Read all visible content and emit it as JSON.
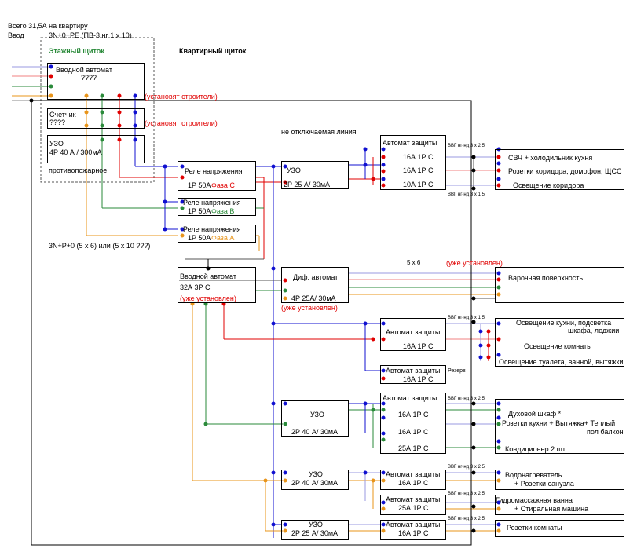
{
  "header": {
    "total": "Всего 31,5А на квартиру",
    "input": "Ввод",
    "cable": "3N+0+PE (ПВ-3 нг 1 х 10)"
  },
  "floor_panel": {
    "title": "Этажный щиток",
    "main_breaker": "Вводной автомат",
    "main_breaker_value": "????",
    "builders_note_1": "(установят строители)",
    "meter": "Счетчик",
    "meter_value": "????",
    "builders_note_2": "(установят строители)",
    "rcd": "УЗО",
    "rcd_value": "4P 40 А / 300мА",
    "fire": "противопожарное"
  },
  "apartment_panel": {
    "title": "Квартирный щиток"
  },
  "non_disconnect": "не отключаемая линия",
  "relays": [
    {
      "name": "Реле напряжения",
      "rating": "1P 50A",
      "phase": "Фаза С"
    },
    {
      "name": "Реле напряжения",
      "rating": "1P 50A",
      "phase": "Фаза В"
    },
    {
      "name": "Реле напряжения",
      "rating": "1P 50A",
      "phase": "Фаза А"
    }
  ],
  "alt_cable": "3N+P+0 (5 x 6) или (5 x 10 ???)",
  "main_apartment_breaker": {
    "name": "Вводной автомат",
    "rating": "32А 3Р С",
    "note": "(уже установлен)"
  },
  "rcd_top": {
    "name": "УЗО",
    "rating": "2P 25 А/ 30мА"
  },
  "top_group": {
    "title": "Автомат защиты",
    "breakers": [
      "16А 1Р С",
      "16А 1Р С",
      "10А 1Р С"
    ],
    "cable1": "ВВГ нг-нд 3 х 2,5",
    "cable2": "ВВГ нг-нд 3 х 1,5",
    "loads": [
      "СВЧ + холодильник кухня",
      "Розетки коридора, домофон, ЩСС",
      "Освещение коридора"
    ]
  },
  "diff_breaker": {
    "name": "Диф. автомат",
    "rating": "4P  25А/ 30мА",
    "note": "(уже установлен)"
  },
  "cooktop": {
    "cable": "5 х 6",
    "note": "(уже установлен)",
    "load": "Варочная поверхность"
  },
  "light_group": {
    "title": "Автомат защиты",
    "breaker": "16А 1Р С",
    "cable": "ВВГ нг-нд 3 х 1,5",
    "loads": [
      "Освещение кухни, подсветка",
      "шкафа, лоджии",
      "Освещение комнаты",
      "Освещение туалета, ванной, вытяжки"
    ]
  },
  "reserve": {
    "title": "Автомат защиты",
    "breaker": "16А 1Р С",
    "label": "Резерв"
  },
  "kitchen_group": {
    "rcd": "УЗО",
    "rcd_rating": "2P 40 А/ 30мА",
    "title": "Автомат защиты",
    "breakers": [
      "16А 1Р С",
      "16А 1Р С",
      "25А 1Р С"
    ],
    "cable": "ВВГ нг-нд 3 х 2,5",
    "loads": [
      "Духовой шкаф *",
      "Розетки кухни + Вытяжка+ Теплый",
      "пол балкон",
      "Кондиционер 2 шт"
    ]
  },
  "bath_group": {
    "rcd": "УЗО",
    "rcd_rating": "2P 40 А/ 30мА",
    "title": "Автомат защиты",
    "breakers": [
      "16А 1Р С",
      "25А 1Р С"
    ],
    "cable": "ВВГ нг-нд 3 х 2,5",
    "loads": [
      "Водонагреватель",
      "+ Розетки санузла",
      "Гидромассажная ванна",
      "+ Стиральная машина"
    ]
  },
  "room_group": {
    "rcd": "УЗО",
    "rcd_rating": "2P 25 А/ 30мА",
    "title": "Автомат защиты",
    "breaker": "16А 1Р С",
    "cable": "ВВГ нг-нд 3 х 2,5",
    "load": "Розетки комнаты"
  },
  "colors": {
    "blue": "#1010d0",
    "red": "#e00000",
    "green": "#2a8a3a",
    "orange": "#e8941a",
    "gray": "#9a9a9a",
    "black": "#000000",
    "lilac": "#9a9ae0",
    "pink": "#f08080"
  }
}
